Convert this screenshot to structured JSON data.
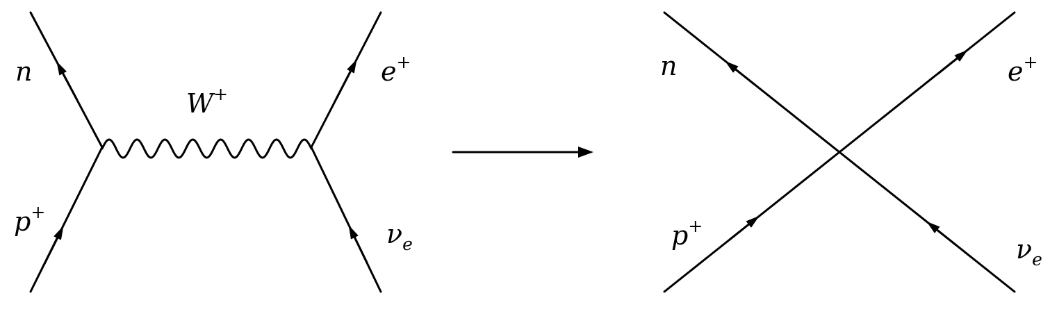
{
  "diagram_left": {
    "particles": {
      "n": {
        "base": "n",
        "sup": ""
      },
      "p": {
        "base": "p",
        "sup": "+"
      },
      "e": {
        "base": "e",
        "sup": "+"
      },
      "nu": {
        "base": "ν",
        "sub": "e"
      }
    },
    "propagator": {
      "base": "W",
      "sup": "+"
    }
  },
  "diagram_right": {
    "particles": {
      "n": {
        "base": "n",
        "sup": ""
      },
      "p": {
        "base": "p",
        "sup": "+"
      },
      "e": {
        "base": "e",
        "sup": "+"
      },
      "nu": {
        "base": "ν",
        "sub": "e"
      }
    }
  },
  "colors": {
    "ink": "#000000",
    "background": "#ffffff"
  }
}
